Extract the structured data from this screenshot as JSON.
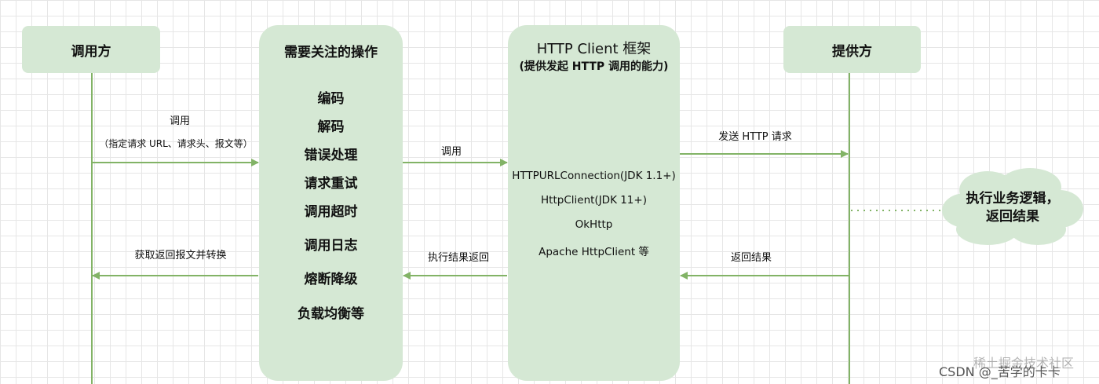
{
  "actors": {
    "caller": "调用方",
    "provider": "提供方"
  },
  "ops_panel": {
    "title": "需要关注的操作",
    "items": [
      "编码",
      "解码",
      "错误处理",
      "请求重试",
      "调用超时",
      "调用日志",
      "熔断降级",
      "负载均衡等"
    ]
  },
  "client_panel": {
    "title": "HTTP Client 框架",
    "subtitle": "(提供发起 HTTP 调用的能力)",
    "frameworks": [
      "HTTPURLConnection(JDK 1.1+)",
      "HttpClient(JDK 11+)",
      "OkHttp",
      "Apache HttpClient 等"
    ]
  },
  "messages": {
    "call_1_line1": "调用",
    "call_1_line2": "（指定请求 URL、请求头、报文等）",
    "call_2": "调用",
    "send_request": "发送 HTTP 请求",
    "return_result": "返回结果",
    "exec_return": "执行结果返回",
    "receive_convert": "获取返回报文并转换"
  },
  "cloud": {
    "line1": "执行业务逻辑，",
    "line2": "返回结果"
  },
  "watermark": {
    "text": "CSDN @_苦学的卡卡",
    "overlay": "稀土掘金技术社区"
  },
  "colors": {
    "fill": "#d5e8d4",
    "line": "#82b366"
  }
}
